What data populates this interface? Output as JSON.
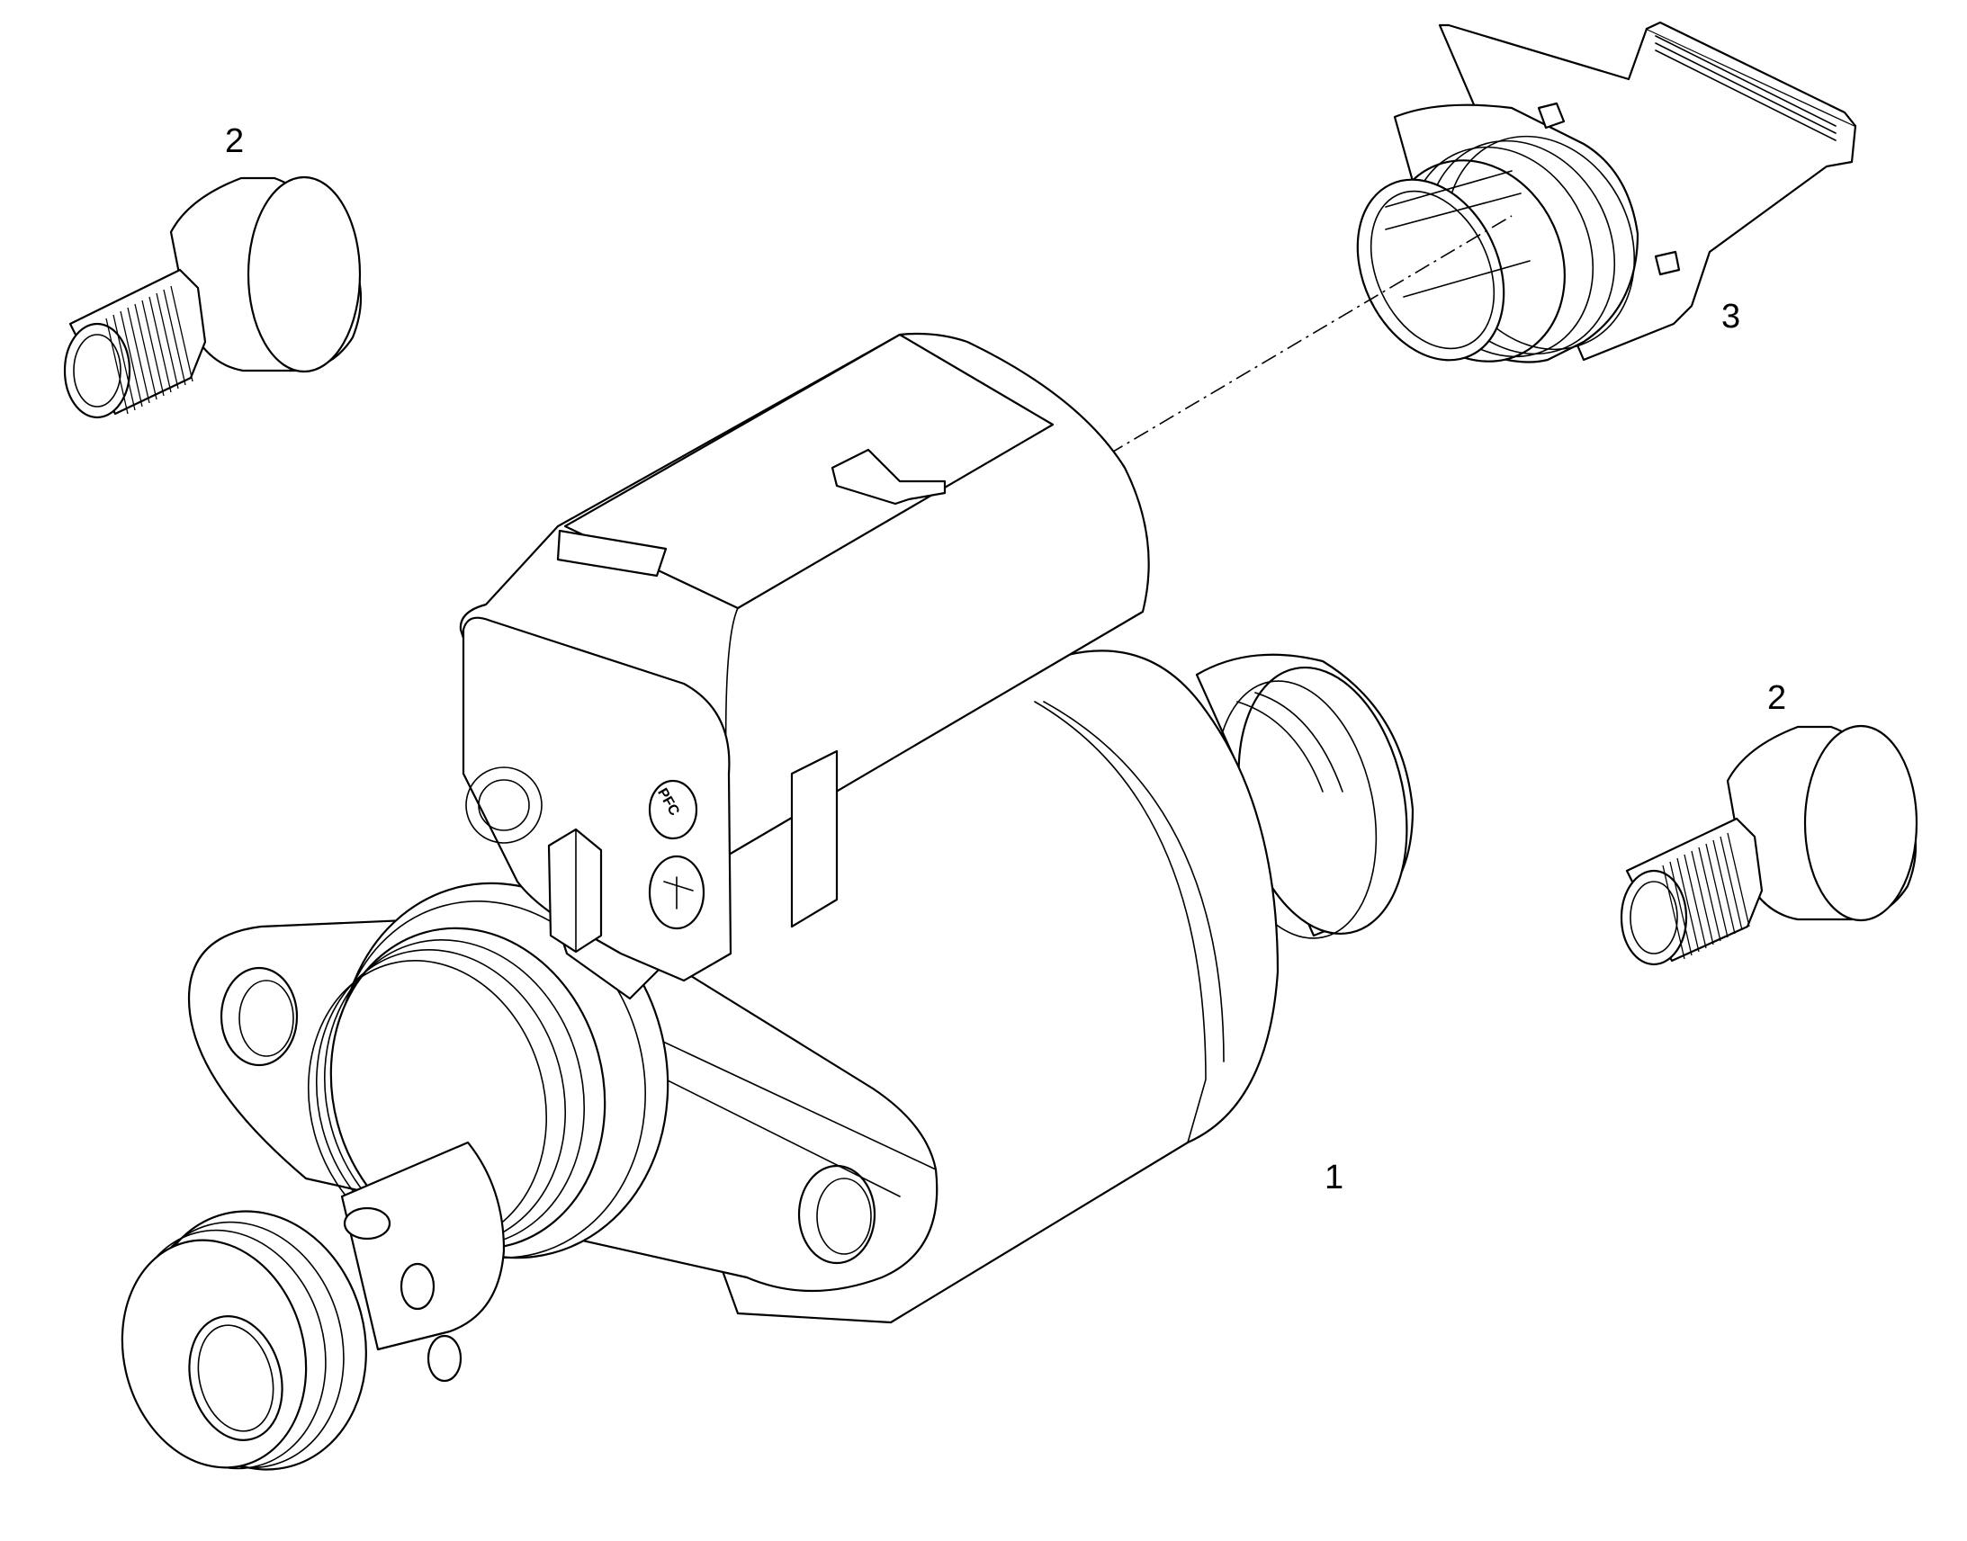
{
  "callouts": {
    "valve": "1",
    "screw_left": "2",
    "screw_right": "2",
    "connector": "3"
  },
  "markings": {
    "pfc": "PFC"
  },
  "colors": {
    "line": "#000000",
    "background": "#ffffff"
  }
}
